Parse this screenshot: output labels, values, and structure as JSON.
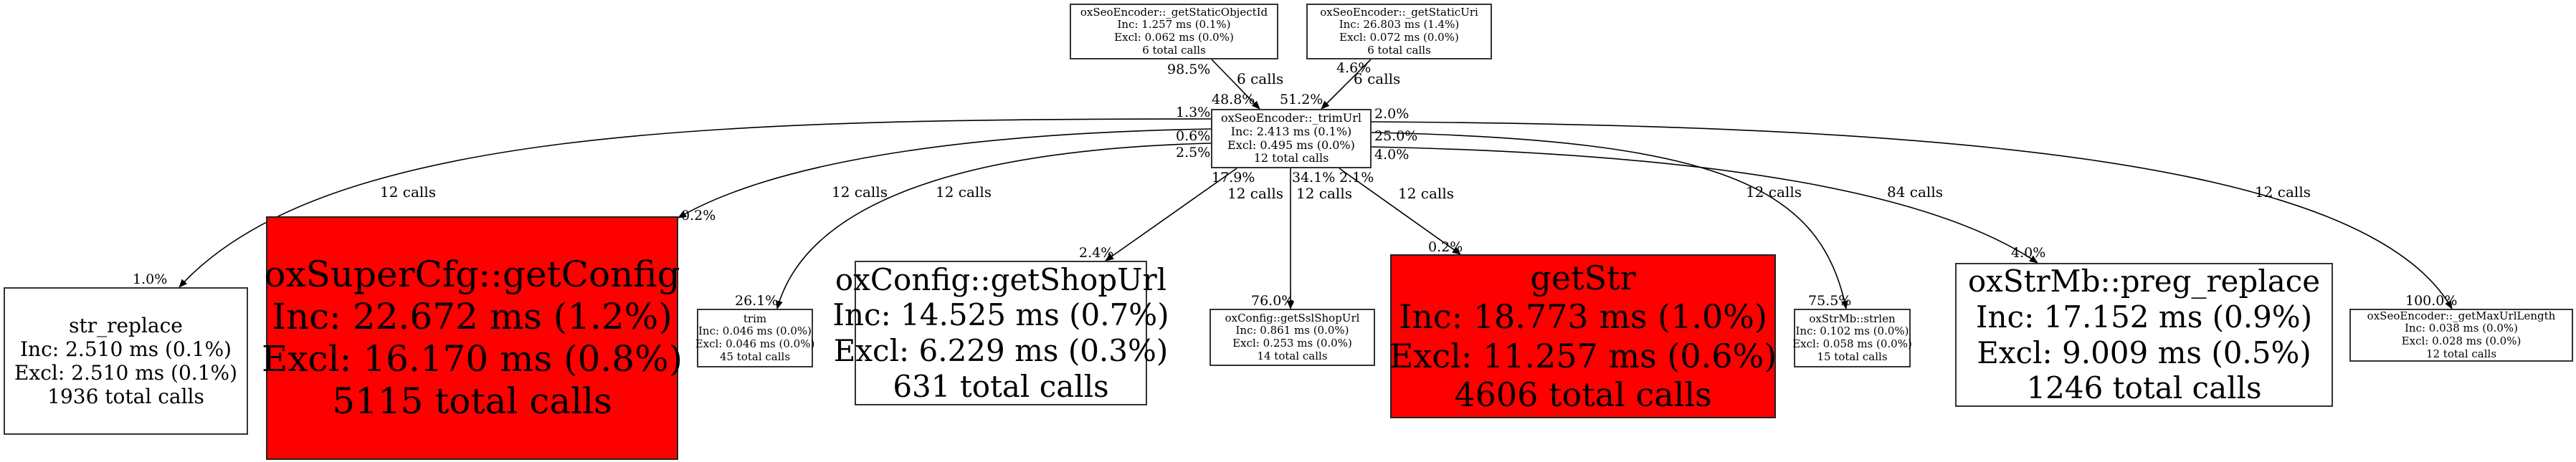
{
  "nodes": [
    {
      "name": "oxSeoEncoder::_getStaticObjectId",
      "inc": "Inc: 1.257 ms (0.1%)",
      "excl": "Excl: 0.062 ms (0.0%)",
      "calls": "6 total calls"
    },
    {
      "name": "oxSeoEncoder::_getStaticUri",
      "inc": "Inc: 26.803 ms (1.4%)",
      "excl": "Excl: 0.072 ms (0.0%)",
      "calls": "6 total calls"
    },
    {
      "name": "oxSeoEncoder::_trimUrl",
      "inc": "Inc: 2.413 ms (0.1%)",
      "excl": "Excl: 0.495 ms (0.0%)",
      "calls": "12 total calls"
    },
    {
      "name": "str_replace",
      "inc": "Inc: 2.510 ms (0.1%)",
      "excl": "Excl: 2.510 ms (0.1%)",
      "calls": "1936 total calls"
    },
    {
      "name": "oxSuperCfg::getConfig",
      "inc": "Inc: 22.672 ms (1.2%)",
      "excl": "Excl: 16.170 ms (0.8%)",
      "calls": "5115 total calls"
    },
    {
      "name": "trim",
      "inc": "Inc: 0.046 ms (0.0%)",
      "excl": "Excl: 0.046 ms (0.0%)",
      "calls": "45 total calls"
    },
    {
      "name": "oxConfig::getShopUrl",
      "inc": "Inc: 14.525 ms (0.7%)",
      "excl": "Excl: 6.229 ms (0.3%)",
      "calls": "631 total calls"
    },
    {
      "name": "oxConfig::getSslShopUrl",
      "inc": "Inc: 0.861 ms (0.0%)",
      "excl": "Excl: 0.253 ms (0.0%)",
      "calls": "14 total calls"
    },
    {
      "name": "getStr",
      "inc": "Inc: 18.773 ms (1.0%)",
      "excl": "Excl: 11.257 ms (0.6%)",
      "calls": "4606 total calls"
    },
    {
      "name": "oxStrMb::strlen",
      "inc": "Inc: 0.102 ms (0.0%)",
      "excl": "Excl: 0.058 ms (0.0%)",
      "calls": "15 total calls"
    },
    {
      "name": "oxStrMb::preg_replace",
      "inc": "Inc: 17.152 ms (0.9%)",
      "excl": "Excl: 9.009 ms (0.5%)",
      "calls": "1246 total calls"
    },
    {
      "name": "oxSeoEncoder::_getMaxUrlLength",
      "inc": "Inc: 0.038 ms (0.0%)",
      "excl": "Excl: 0.028 ms (0.0%)",
      "calls": "12 total calls"
    }
  ],
  "edges": [
    {
      "from": "oxSeoEncoder::_getStaticObjectId",
      "to": "oxSeoEncoder::_trimUrl",
      "label": "6 calls",
      "tail": "98.5%",
      "head": "48.8%"
    },
    {
      "from": "oxSeoEncoder::_getStaticUri",
      "to": "oxSeoEncoder::_trimUrl",
      "label": "6 calls",
      "tail": "4.6%",
      "head": "51.2%"
    },
    {
      "from": "oxSeoEncoder::_trimUrl",
      "to": "str_replace",
      "label": "12 calls",
      "tail": "1.3%",
      "head": "1.0%"
    },
    {
      "from": "oxSeoEncoder::_trimUrl",
      "to": "oxSuperCfg::getConfig",
      "label": "12 calls",
      "tail": "0.6%",
      "head": "0.2%"
    },
    {
      "from": "oxSeoEncoder::_trimUrl",
      "to": "trim",
      "label": "12 calls",
      "tail": "2.5%",
      "head": "26.1%"
    },
    {
      "from": "oxSeoEncoder::_trimUrl",
      "to": "oxConfig::getShopUrl",
      "label": "12 calls",
      "tail": "17.9%",
      "head": "2.4%"
    },
    {
      "from": "oxSeoEncoder::_trimUrl",
      "to": "oxConfig::getSslShopUrl",
      "label": "12 calls",
      "tail": "34.1%",
      "head": "76.0%"
    },
    {
      "from": "oxSeoEncoder::_trimUrl",
      "to": "getStr",
      "label": "12 calls",
      "tail": "2.1%",
      "head": "0.2%"
    },
    {
      "from": "oxSeoEncoder::_trimUrl",
      "to": "oxStrMb::strlen",
      "label": "12 calls",
      "tail": "25.0%",
      "head": "75.5%"
    },
    {
      "from": "oxSeoEncoder::_trimUrl",
      "to": "oxStrMb::preg_replace",
      "label": "84 calls",
      "tail": "4.0%",
      "head": "4.0%"
    },
    {
      "from": "oxSeoEncoder::_trimUrl",
      "to": "oxSeoEncoder::_getMaxUrlLength",
      "label": "12 calls",
      "tail": "2.0%",
      "head": "100.0%"
    }
  ],
  "colors": {
    "hot": "#ff0000",
    "normal": "#ffffff",
    "stroke": "#000000"
  }
}
